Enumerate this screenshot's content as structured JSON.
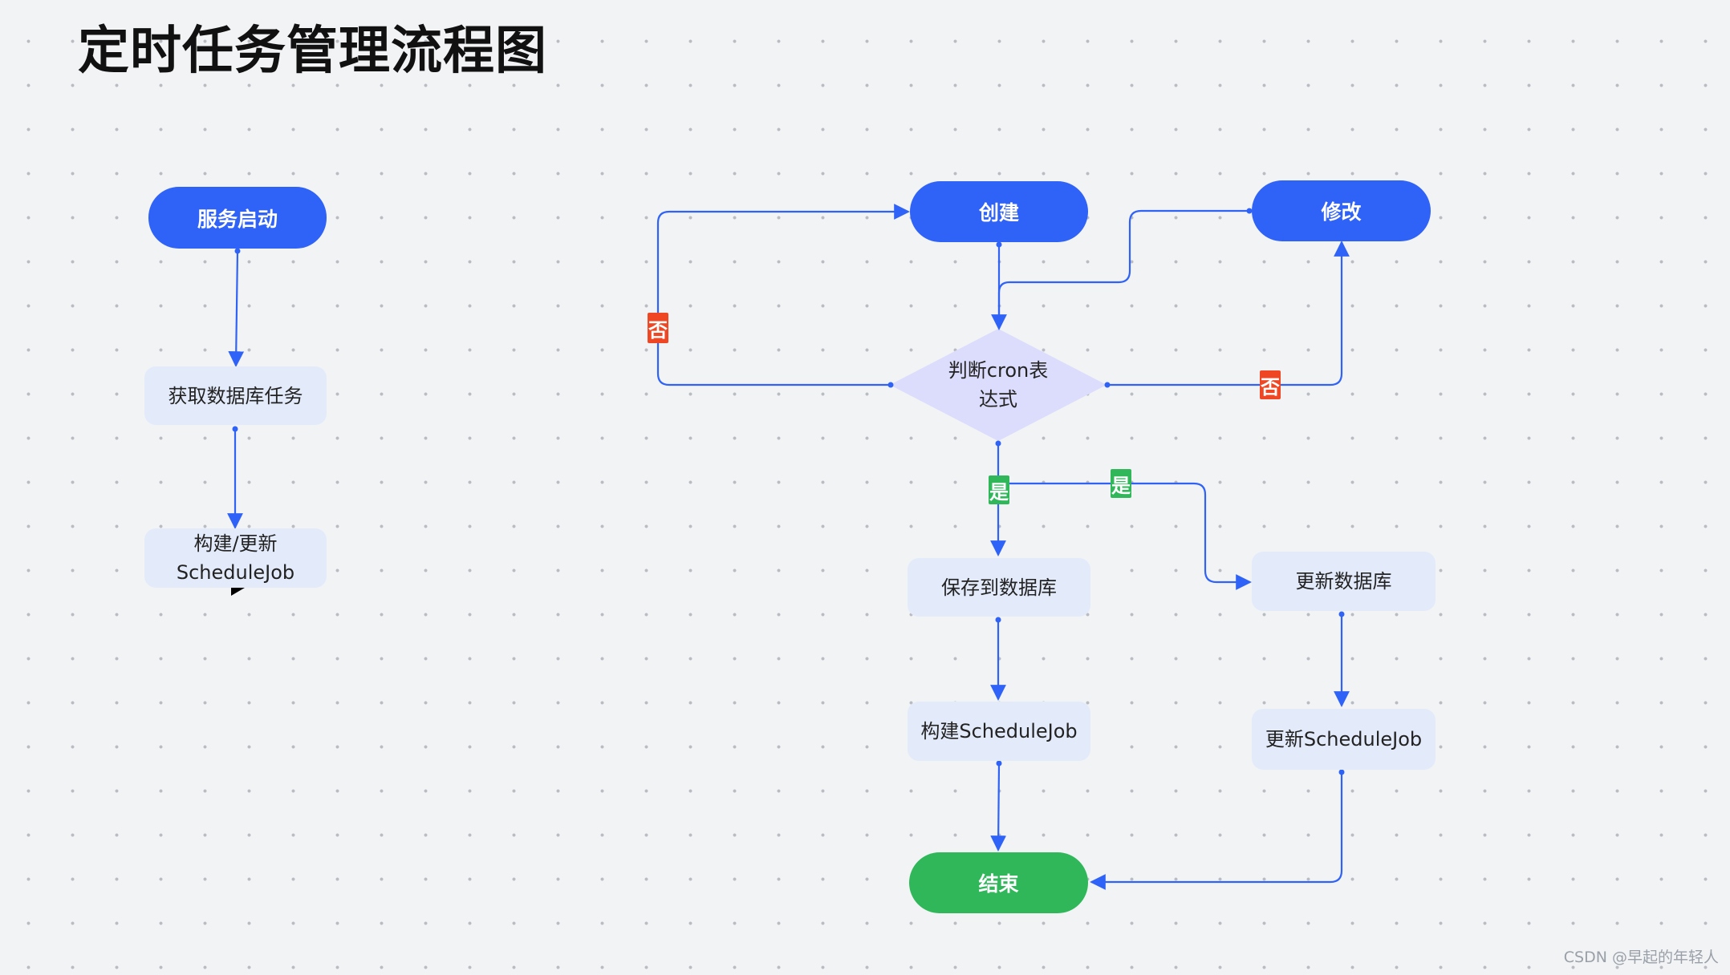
{
  "title": "定时任务管理流程图",
  "nodes": {
    "service_start": "服务启动",
    "fetch_db_tasks": "获取数据库任务",
    "build_update_job_line1": "构建/更新",
    "build_update_job_line2": "ScheduleJob",
    "create": "创建",
    "modify": "修改",
    "cron_check_line1": "判断cron表",
    "cron_check_line2": "达式",
    "save_db": "保存到数据库",
    "update_db": "更新数据库",
    "build_job": "构建ScheduleJob",
    "update_job": "更新ScheduleJob",
    "end": "结束"
  },
  "labels": {
    "no_left": "否",
    "no_right": "否",
    "yes_down": "是",
    "yes_right": "是"
  },
  "watermark": "CSDN @早起的年轻人",
  "colors": {
    "primary": "#2f62f6",
    "end": "#2fb75a",
    "process": "#e3ebfb",
    "decision": "#dcdcfc",
    "no_badge": "#ef4724",
    "yes_badge": "#2fb75a",
    "edge": "#2f62f6"
  }
}
